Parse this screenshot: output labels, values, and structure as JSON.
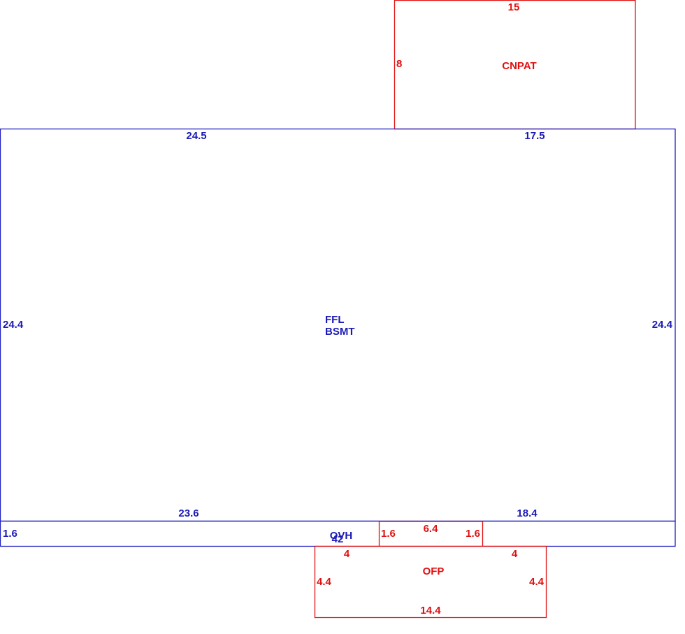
{
  "colors": {
    "main": "#1a1ab5",
    "secondary": "#e01010"
  },
  "main_area": {
    "name_line1": "FFL",
    "name_line2": "BSMT",
    "top_left": "24.5",
    "top_right": "17.5",
    "left": "24.4",
    "right": "24.4",
    "bottom_left": "23.6",
    "bottom_right": "18.4"
  },
  "overhang": {
    "name": "OVH",
    "left": "1.6",
    "length": "42"
  },
  "canopy_patio": {
    "name": "CNPAT",
    "top": "15",
    "left": "8"
  },
  "porch_neck": {
    "top": "6.4",
    "left": "1.6",
    "right": "1.6"
  },
  "open_frame_porch": {
    "name": "OFP",
    "top_left": "4",
    "top_right": "4",
    "left": "4.4",
    "right": "4.4",
    "bottom": "14.4"
  }
}
